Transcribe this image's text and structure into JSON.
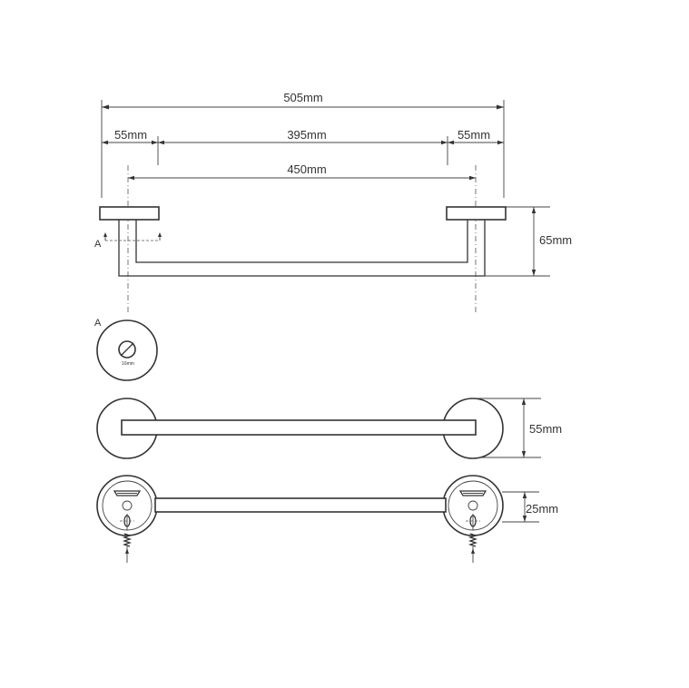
{
  "dimensions": {
    "overall_width": "505mm",
    "left_base": "55mm",
    "inner_span": "395mm",
    "right_base": "55mm",
    "center_distance": "450mm",
    "height": "65mm",
    "base_diameter": "55mm",
    "bar_offset": "25mm"
  },
  "detail": {
    "section_label": "A",
    "detail_label": "A",
    "tube_diameter": "16mm"
  },
  "colors": {
    "line": "#333333",
    "background": "#ffffff"
  }
}
